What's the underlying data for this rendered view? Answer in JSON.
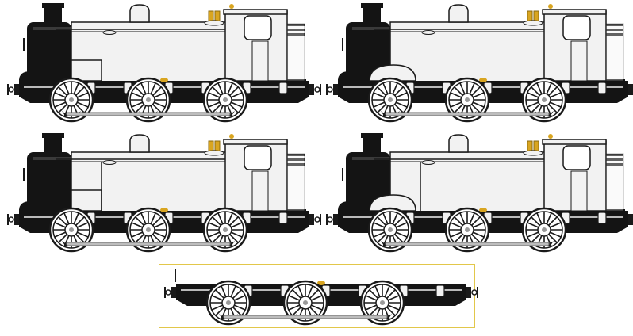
{
  "sheet": {
    "description_text": "",
    "colors": {
      "background": "#ffffff",
      "body_white": "#f2f2f2",
      "outline": "#1a1a1a",
      "black": "#141414",
      "brass": "#d9a520",
      "frame_border": "#e2c74a",
      "rod_grey": "#9a9a9a"
    },
    "sprites": [
      {
        "id": "loco-1",
        "variant": "tank-plain"
      },
      {
        "id": "loco-2",
        "variant": "tank-rounded-splasher"
      },
      {
        "id": "loco-3",
        "variant": "tank-long"
      },
      {
        "id": "loco-4",
        "variant": "tank-long-rounded-splasher"
      },
      {
        "id": "chassis",
        "variant": "chassis-only"
      }
    ]
  }
}
